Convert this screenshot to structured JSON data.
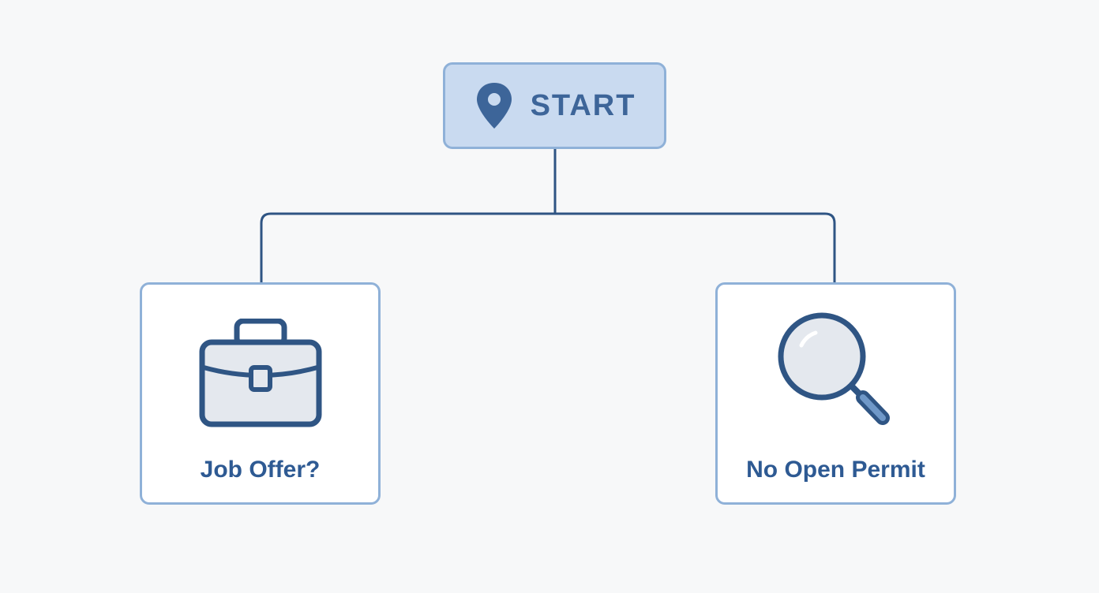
{
  "diagram": {
    "root": {
      "label": "START",
      "icon": "map-pin-icon"
    },
    "branches": [
      {
        "label": "Job Offer?",
        "icon": "briefcase-icon"
      },
      {
        "label": "No Open Permit",
        "icon": "magnifying-glass-icon"
      }
    ]
  },
  "colors": {
    "background": "#f7f8f9",
    "node_border": "#8fb1d8",
    "root_fill": "#c9daf0",
    "connector": "#2f5584",
    "text": "#2e5a93",
    "icon_stroke": "#2f5584",
    "icon_fill": "#e4e8ee"
  }
}
